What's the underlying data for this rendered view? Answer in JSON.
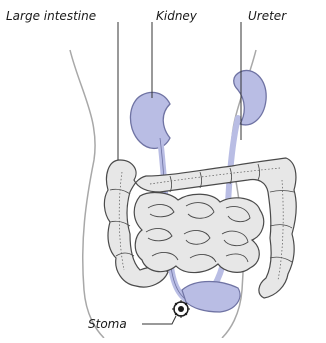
{
  "labels": {
    "large_intestine": "Large intestine",
    "kidney": "Kidney",
    "ureter": "Ureter",
    "stoma": "Stoma"
  },
  "colors": {
    "kidney_fill": "#b9bde4",
    "kidney_stroke": "#6f73a3",
    "intestine_fill": "#e7e7e7",
    "intestine_stroke": "#4a4a4a",
    "body_outline": "#a8a8a8",
    "leader_line": "#333333"
  }
}
